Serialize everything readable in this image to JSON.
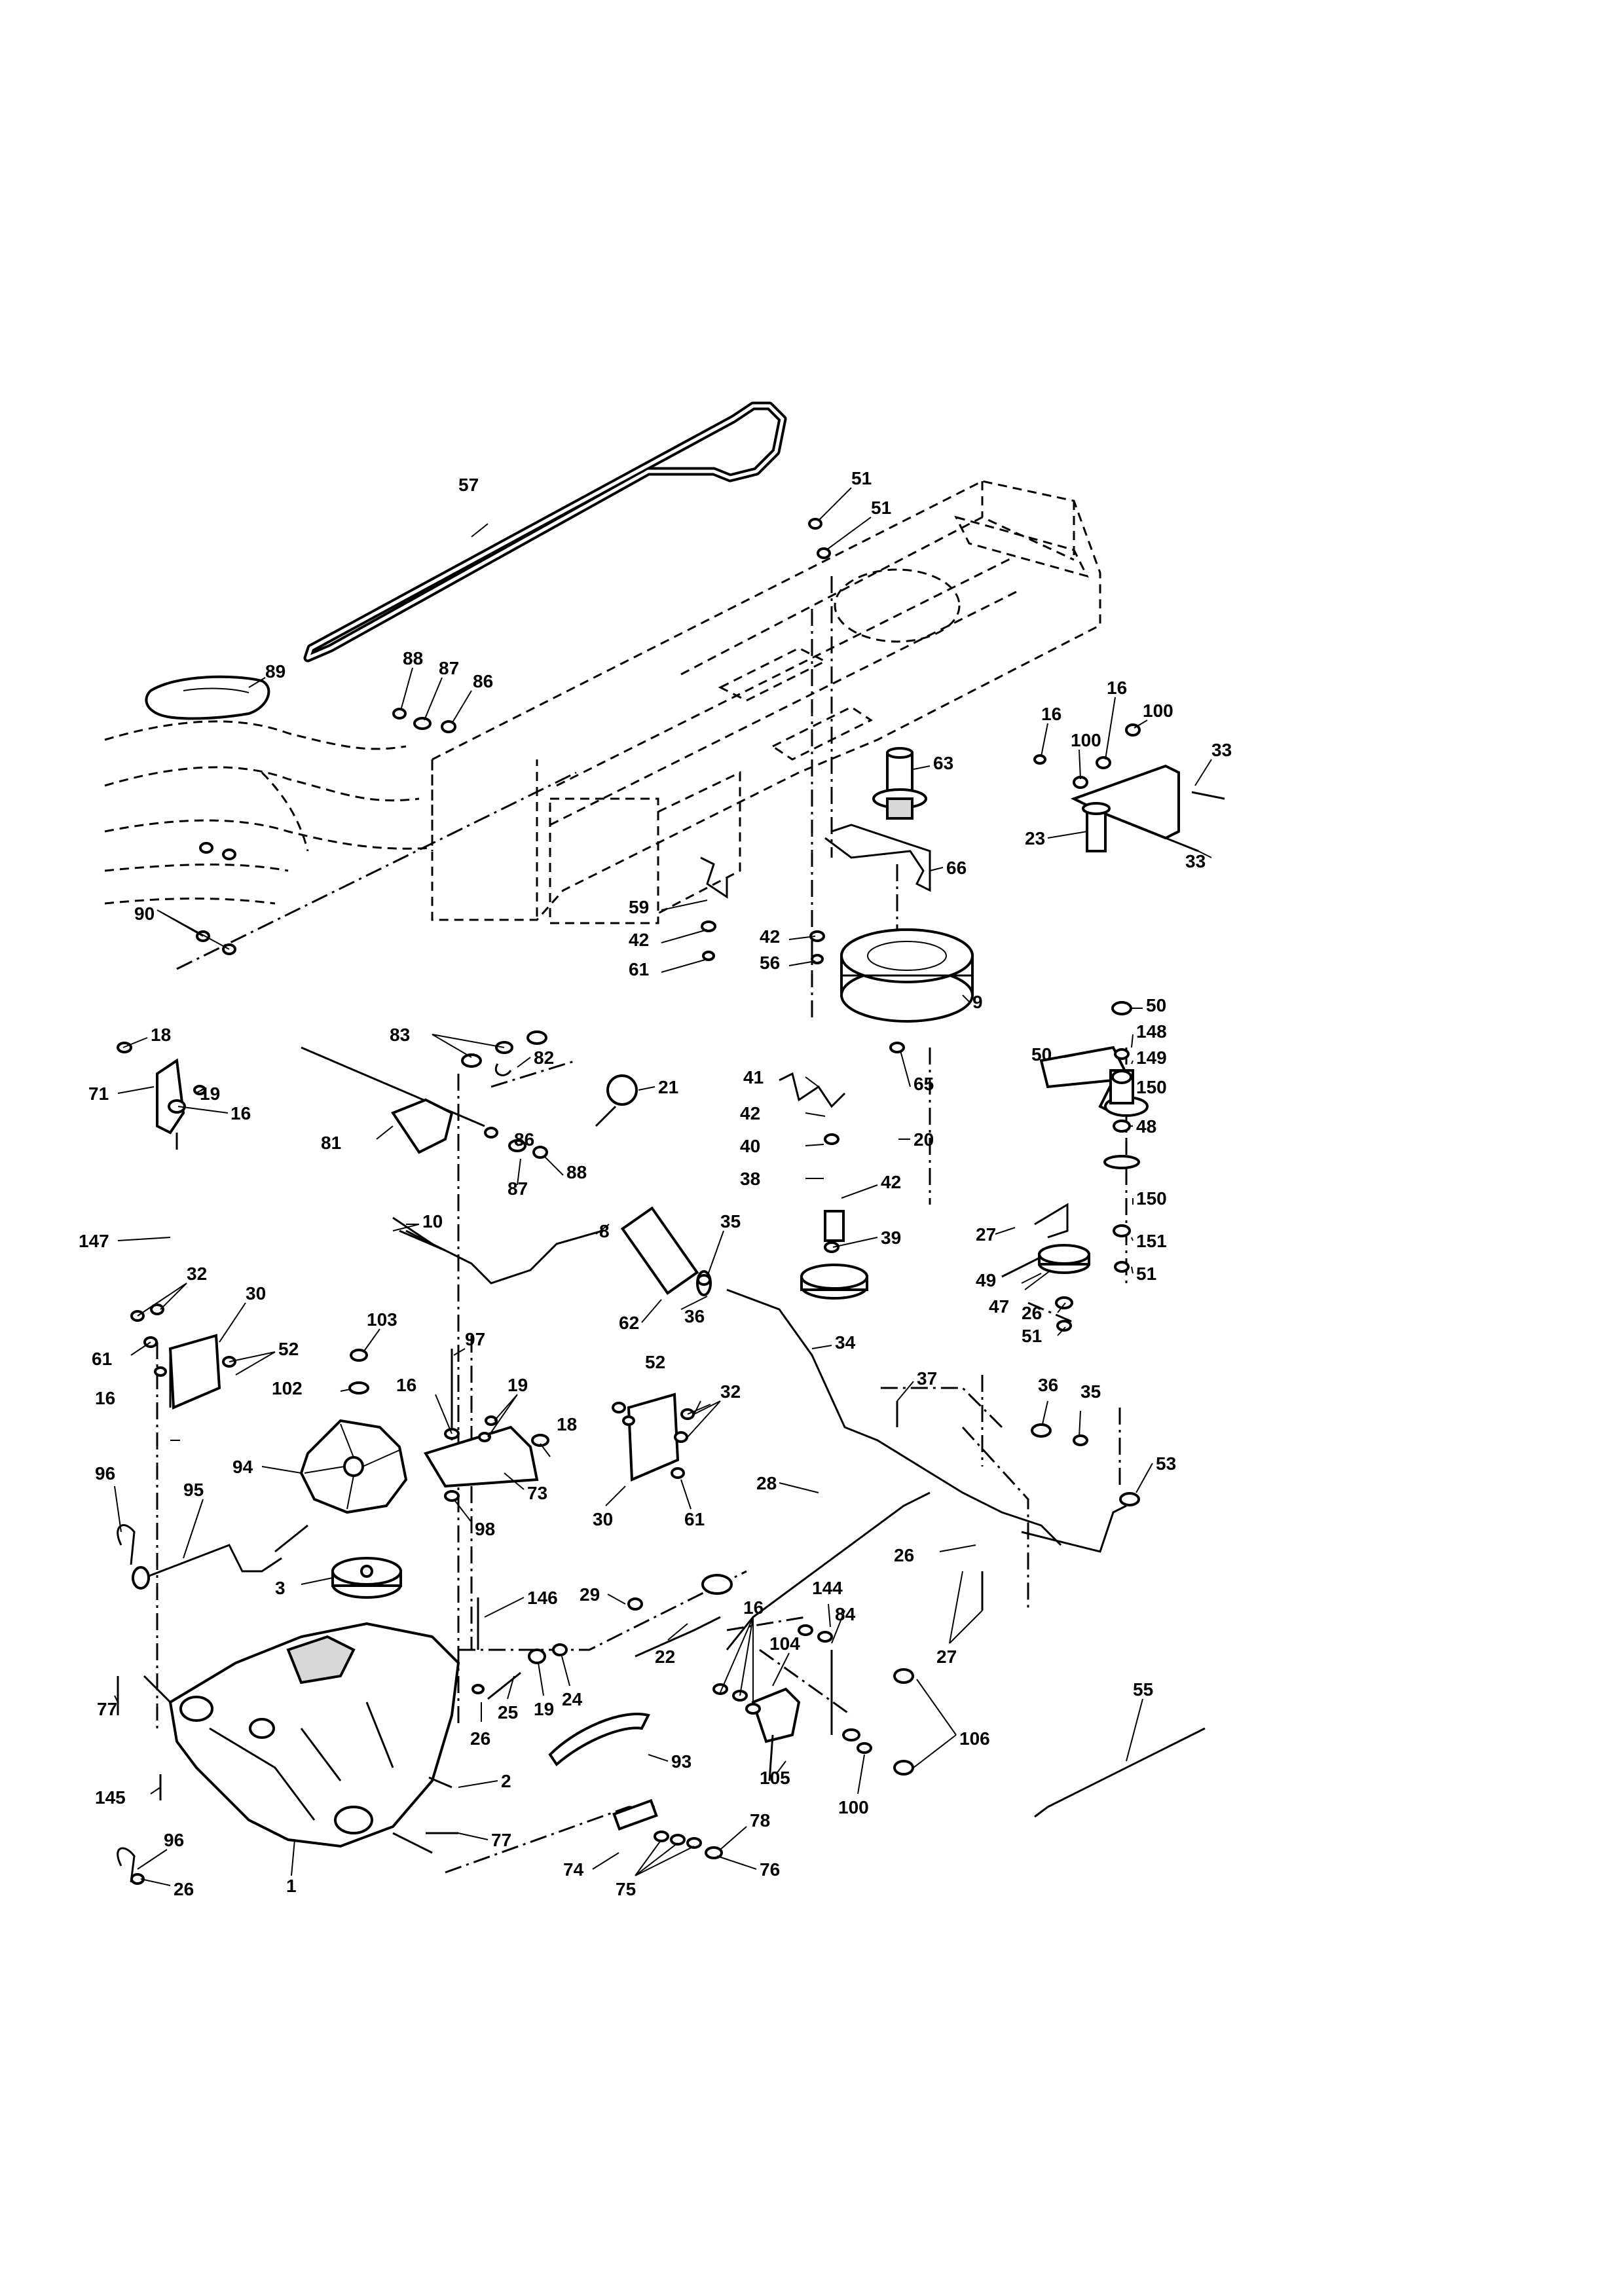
{
  "diagram": {
    "callouts": [
      {
        "id": "c57a",
        "text": "57"
      },
      {
        "id": "c51a",
        "text": "51"
      },
      {
        "id": "c51b",
        "text": "51"
      },
      {
        "id": "c89",
        "text": "89"
      },
      {
        "id": "c88a",
        "text": "88"
      },
      {
        "id": "c87a",
        "text": "87"
      },
      {
        "id": "c86a",
        "text": "86"
      },
      {
        "id": "c16a",
        "text": "16"
      },
      {
        "id": "c100a",
        "text": "100"
      },
      {
        "id": "c16b",
        "text": "16"
      },
      {
        "id": "c100b",
        "text": "100"
      },
      {
        "id": "c63",
        "text": "63"
      },
      {
        "id": "c33a",
        "text": "33"
      },
      {
        "id": "c23",
        "text": "23"
      },
      {
        "id": "c33b",
        "text": "33"
      },
      {
        "id": "c66",
        "text": "66"
      },
      {
        "id": "c90",
        "text": "90"
      },
      {
        "id": "c59",
        "text": "59"
      },
      {
        "id": "c42a",
        "text": "42"
      },
      {
        "id": "c61a",
        "text": "61"
      },
      {
        "id": "c42b",
        "text": "42"
      },
      {
        "id": "c56",
        "text": "56"
      },
      {
        "id": "c9",
        "text": "9"
      },
      {
        "id": "c18a",
        "text": "18"
      },
      {
        "id": "c83",
        "text": "83"
      },
      {
        "id": "c82",
        "text": "82"
      },
      {
        "id": "c50a",
        "text": "50"
      },
      {
        "id": "c148",
        "text": "148"
      },
      {
        "id": "c50b",
        "text": "50"
      },
      {
        "id": "c149",
        "text": "149"
      },
      {
        "id": "c41",
        "text": "41"
      },
      {
        "id": "c65",
        "text": "65"
      },
      {
        "id": "c150a",
        "text": "150"
      },
      {
        "id": "c71",
        "text": "71"
      },
      {
        "id": "c19a",
        "text": "19"
      },
      {
        "id": "c16c",
        "text": "16"
      },
      {
        "id": "c81",
        "text": "81"
      },
      {
        "id": "c42c",
        "text": "42"
      },
      {
        "id": "c20",
        "text": "20"
      },
      {
        "id": "c48",
        "text": "48"
      },
      {
        "id": "c40",
        "text": "40"
      },
      {
        "id": "c86b",
        "text": "86"
      },
      {
        "id": "c21",
        "text": "21"
      },
      {
        "id": "c88b",
        "text": "88"
      },
      {
        "id": "c87b",
        "text": "87"
      },
      {
        "id": "c38",
        "text": "38"
      },
      {
        "id": "c42d",
        "text": "42"
      },
      {
        "id": "c27a",
        "text": "27"
      },
      {
        "id": "c150b",
        "text": "150"
      },
      {
        "id": "c147",
        "text": "147"
      },
      {
        "id": "c8",
        "text": "8"
      },
      {
        "id": "c151",
        "text": "151"
      },
      {
        "id": "c10",
        "text": "10"
      },
      {
        "id": "c39",
        "text": "39"
      },
      {
        "id": "c49",
        "text": "49"
      },
      {
        "id": "c51c",
        "text": "51"
      },
      {
        "id": "c35a",
        "text": "35"
      },
      {
        "id": "c47",
        "text": "47"
      },
      {
        "id": "c32a",
        "text": "32"
      },
      {
        "id": "c30a",
        "text": "30"
      },
      {
        "id": "c26a",
        "text": "26"
      },
      {
        "id": "c62",
        "text": "62"
      },
      {
        "id": "c103",
        "text": "103"
      },
      {
        "id": "c51d",
        "text": "51"
      },
      {
        "id": "c52a",
        "text": "52"
      },
      {
        "id": "c61b",
        "text": "61"
      },
      {
        "id": "c36a",
        "text": "36"
      },
      {
        "id": "c34",
        "text": "34"
      },
      {
        "id": "c97",
        "text": "97"
      },
      {
        "id": "c16d",
        "text": "16"
      },
      {
        "id": "c102",
        "text": "102"
      },
      {
        "id": "c19b",
        "text": "19"
      },
      {
        "id": "c52b",
        "text": "52"
      },
      {
        "id": "c37",
        "text": "37"
      },
      {
        "id": "c32b",
        "text": "32"
      },
      {
        "id": "c36b",
        "text": "36"
      },
      {
        "id": "c35b",
        "text": "35"
      },
      {
        "id": "c16e",
        "text": "16"
      },
      {
        "id": "c18b",
        "text": "18"
      },
      {
        "id": "c94",
        "text": "94"
      },
      {
        "id": "c96a",
        "text": "96"
      },
      {
        "id": "c73",
        "text": "73"
      },
      {
        "id": "c53",
        "text": "53"
      },
      {
        "id": "c95",
        "text": "95"
      },
      {
        "id": "c30b",
        "text": "30"
      },
      {
        "id": "c61c",
        "text": "61"
      },
      {
        "id": "c28",
        "text": "28"
      },
      {
        "id": "c98",
        "text": "98"
      },
      {
        "id": "c26b",
        "text": "26"
      },
      {
        "id": "c3",
        "text": "3"
      },
      {
        "id": "c146",
        "text": "146"
      },
      {
        "id": "c29",
        "text": "29"
      },
      {
        "id": "c144",
        "text": "144"
      },
      {
        "id": "c84",
        "text": "84"
      },
      {
        "id": "c16f",
        "text": "16"
      },
      {
        "id": "c27b",
        "text": "27"
      },
      {
        "id": "c104",
        "text": "104"
      },
      {
        "id": "c22",
        "text": "22"
      },
      {
        "id": "c77a",
        "text": "77"
      },
      {
        "id": "c25",
        "text": "25"
      },
      {
        "id": "c19c",
        "text": "19"
      },
      {
        "id": "c24",
        "text": "24"
      },
      {
        "id": "c55",
        "text": "55"
      },
      {
        "id": "c26c",
        "text": "26"
      },
      {
        "id": "c106",
        "text": "106"
      },
      {
        "id": "c93",
        "text": "93"
      },
      {
        "id": "c145",
        "text": "145"
      },
      {
        "id": "c2",
        "text": "2"
      },
      {
        "id": "c105",
        "text": "105"
      },
      {
        "id": "c100c",
        "text": "100"
      },
      {
        "id": "c96b",
        "text": "96"
      },
      {
        "id": "c77b",
        "text": "77"
      },
      {
        "id": "c78",
        "text": "78"
      },
      {
        "id": "c74",
        "text": "74"
      },
      {
        "id": "c76",
        "text": "76"
      },
      {
        "id": "c75",
        "text": "75"
      },
      {
        "id": "c26d",
        "text": "26"
      },
      {
        "id": "c1",
        "text": "1"
      }
    ]
  }
}
